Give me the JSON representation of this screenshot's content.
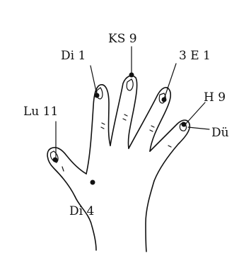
{
  "diagram": {
    "labels": {
      "lu11": "Lu 11",
      "di1": "Di 1",
      "ks9": "KS 9",
      "e31": "3 E 1",
      "h9": "H 9",
      "due": "Dü",
      "di4": "Di 4"
    },
    "colors": {
      "ink": "#111111",
      "background": "#ffffff"
    }
  }
}
